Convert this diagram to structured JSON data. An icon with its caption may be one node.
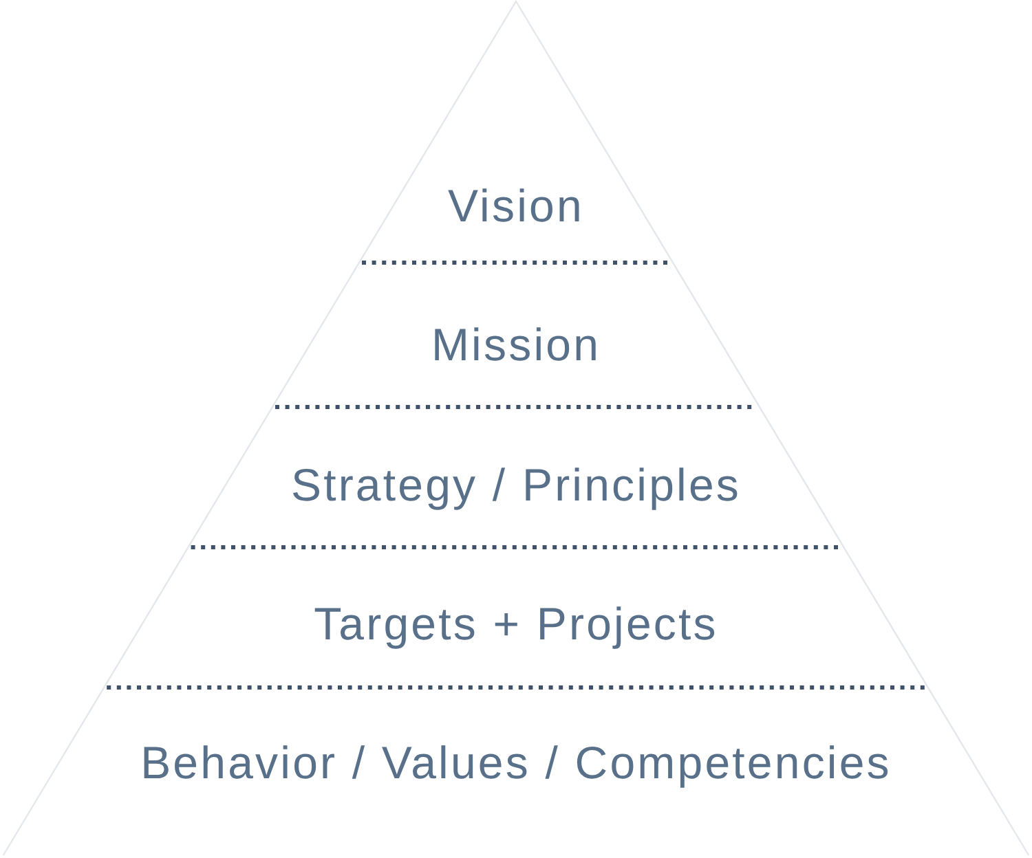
{
  "diagram": {
    "nodes": [
      {
        "text": [
          "Vision"
        ]
      },
      {
        "text": [
          "Mission"
        ]
      },
      {
        "text": [
          "Strategy / Principles"
        ]
      },
      {
        "text": [
          "Targets + Projects"
        ]
      },
      {
        "text": [
          "Behavior / Values / Competencies"
        ]
      }
    ]
  }
}
